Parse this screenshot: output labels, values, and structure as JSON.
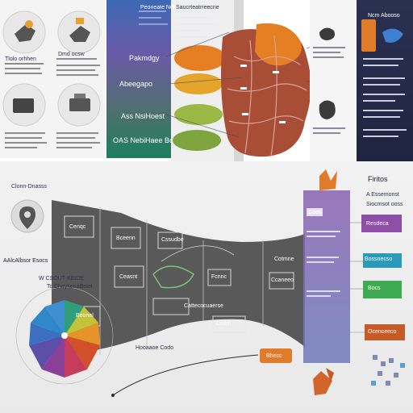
{
  "top_left": {
    "caption_1": "Tlolo orhhen",
    "caption_2": "Dmd ocsw"
  },
  "center_band": {
    "labels": [
      "Peoneate Nohtu",
      "Saucrteatrreecne",
      "Pakmdgy",
      "Abeegapo",
      "Ass NsiHoest",
      "OAS NebiHaee Bc"
    ]
  },
  "right_panel": {
    "title": "Ncm Abooso"
  },
  "bottom_left": {
    "callout": "Clonn-Dnasss",
    "side_label": "AAlcAlbsor Esocs",
    "caption_1": "W CSOUT KBIDE",
    "caption_2": "Tc ChaysenaBetel"
  },
  "flow": {
    "cells": [
      "Cenqc",
      "Bceenn",
      "Cssudbe",
      "Ceasnt",
      "Fcnnc",
      "Ccaneeo",
      "Beonel",
      "Ccdnt",
      "Cotmne"
    ],
    "bottom_label": "Cattecocuaerse",
    "footer_label": "Hooaaoe Codo",
    "pill": "Bhecc"
  },
  "bottom_right": {
    "brand": "Firitos",
    "subtitle": "A Essemonst",
    "tag": "Siocmsot ooss",
    "label": "Ocenceeco",
    "side_labels": [
      "Coos",
      "Resdeca",
      "Bossnecso",
      "Bocs"
    ]
  }
}
